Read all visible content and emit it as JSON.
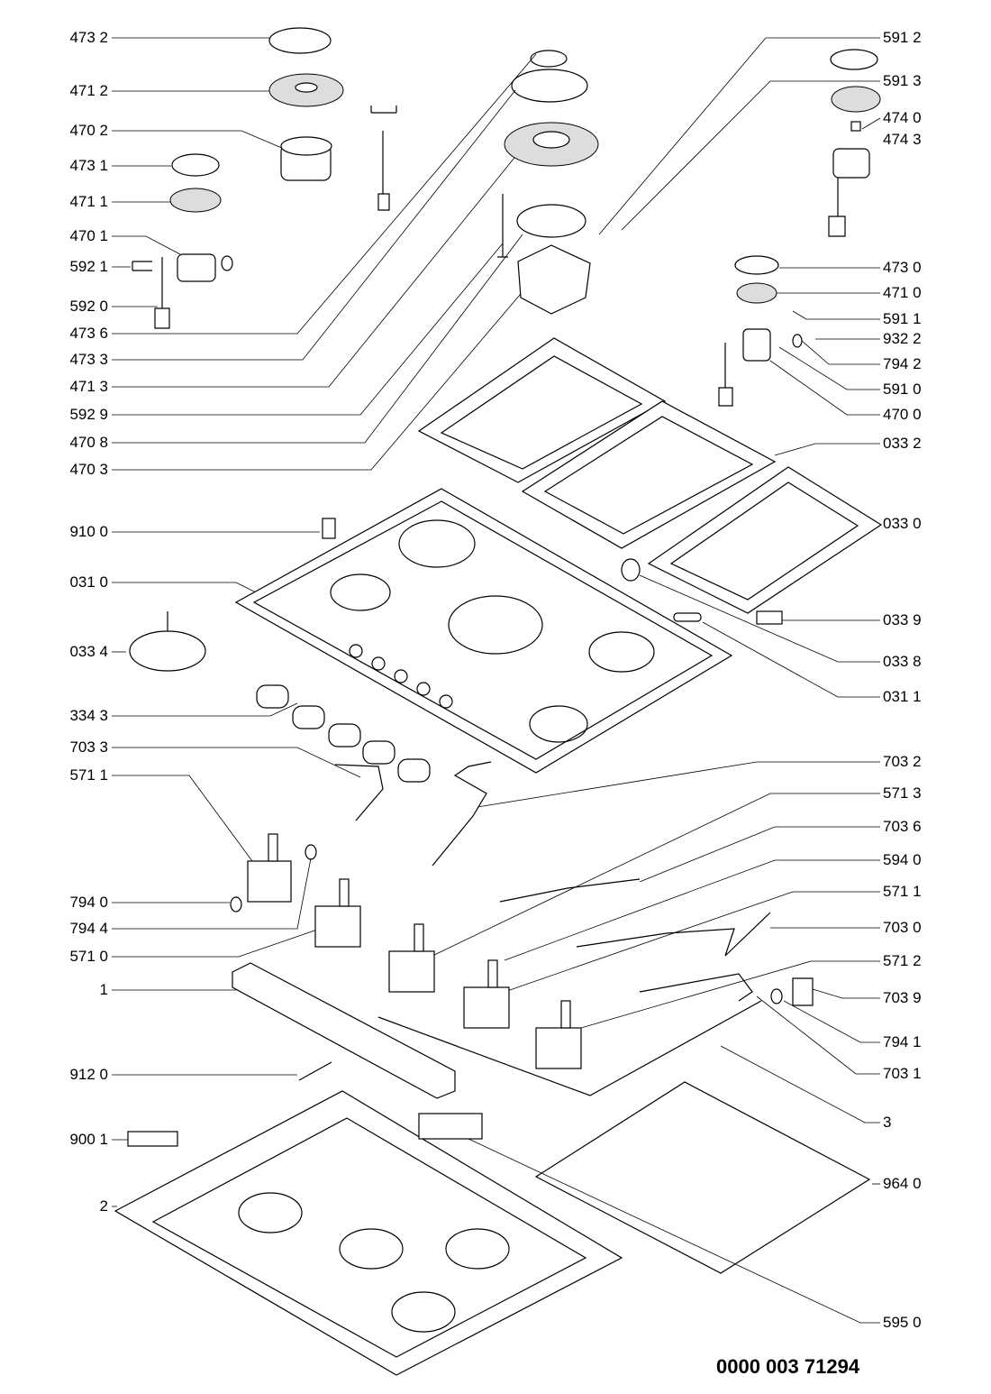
{
  "diagram": {
    "type": "exploded parts diagram",
    "document_number": "0000 003 71294",
    "left_labels": [
      "473 2",
      "471 2",
      "470 2",
      "473 1",
      "471 1",
      "470 1",
      "592 1",
      "592 0",
      "473 6",
      "473 3",
      "471 3",
      "592 9",
      "470 8",
      "470 3",
      "910 0",
      "031 0",
      "033 4",
      "334 3",
      "703 3",
      "571 1",
      "794 0",
      "794 4",
      "571 0",
      "1",
      "912 0",
      "900 1",
      "2"
    ],
    "right_labels": [
      "591 2",
      "591 3",
      "474 0",
      "474 3",
      "473 0",
      "471 0",
      "591 1",
      "932 2",
      "794 2",
      "591 0",
      "470 0",
      "033 2",
      "033 0",
      "033 9",
      "033 8",
      "031 1",
      "703 2",
      "571 3",
      "703 6",
      "594 0",
      "571 1",
      "703 0",
      "571 2",
      "703 9",
      "794 1",
      "703 1",
      "3",
      "964 0",
      "595 0"
    ]
  }
}
